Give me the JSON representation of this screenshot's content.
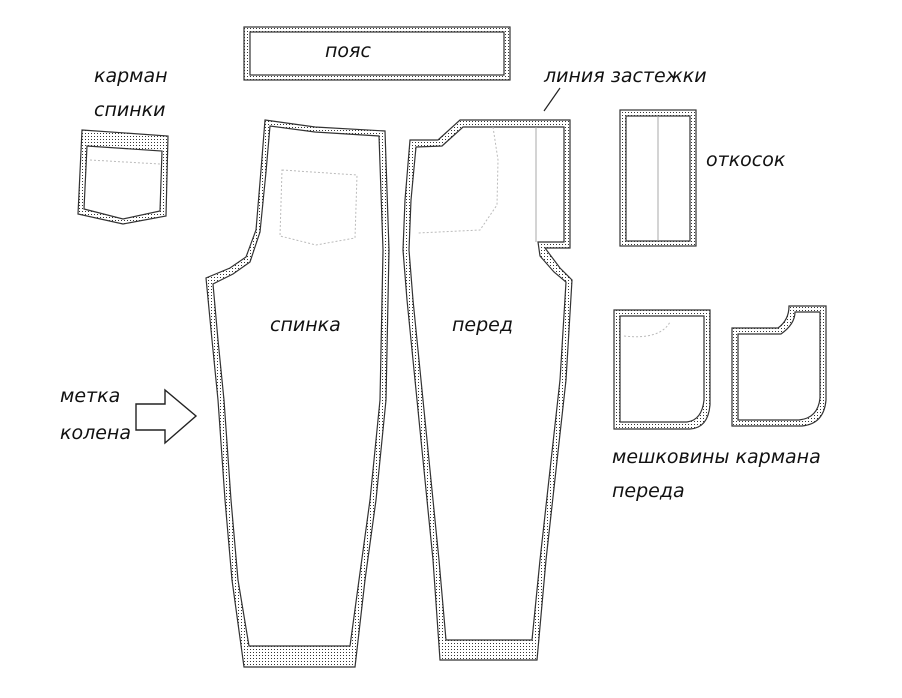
{
  "labels": {
    "waistband": "пояс",
    "fly_line": "линия застежки",
    "back_pocket_l1": "карман",
    "back_pocket_l2": "спинки",
    "fly_facing": "откосок",
    "back_piece": "спинка",
    "front_piece": "перед",
    "knee_mark_l1": "метка",
    "knee_mark_l2": "колена",
    "pocket_bags_l1": "мешковины кармана",
    "pocket_bags_l2": "переда"
  }
}
